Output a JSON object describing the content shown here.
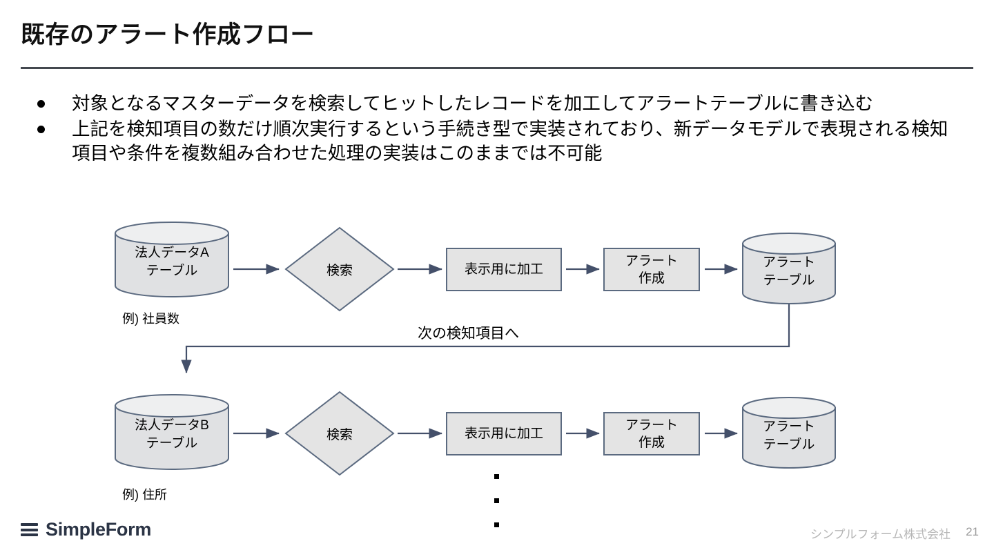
{
  "slide": {
    "title": "既存のアラート作成フロー",
    "page_number": "21",
    "accent_line_color": "#44484f"
  },
  "bullets": [
    {
      "text": "対象となるマスターデータを検索してヒットしたレコードを加工してアラートテーブルに書き込む"
    },
    {
      "text": "上記を検知項目の数だけ順次実行するという手続き型で実装されており、新データモデルで表現される検知項目や条件を複数組み合わせた処理の実装はこのままでは不可能"
    }
  ],
  "diagram": {
    "colors": {
      "shape_fill": "#e4e4e4",
      "shape_stroke": "#5b6a80",
      "arrow": "#44506a",
      "cylinder_fill": "#e0e1e3",
      "cylinder_top_fill": "#eeeff0"
    },
    "rows": [
      {
        "source_db": "法人データA\nテーブル",
        "source_db_line1": "法人データA",
        "source_db_line2": "テーブル",
        "caption": "例) 社員数",
        "decision": "検索",
        "process1": "表示用に加工",
        "process2_line1": "アラート",
        "process2_line2": "作成",
        "target_db_line1": "アラート",
        "target_db_line2": "テーブル"
      },
      {
        "source_db": "法人データB\nテーブル",
        "source_db_line1": "法人データB",
        "source_db_line2": "テーブル",
        "caption": "例) 住所",
        "decision": "検索",
        "process1": "表示用に加工",
        "process2_line1": "アラート",
        "process2_line2": "作成",
        "target_db_line1": "アラート",
        "target_db_line2": "テーブル"
      }
    ],
    "loop_label": "次の検知項目へ",
    "continuation": "⋮"
  },
  "footer": {
    "logo_text": "SimpleForm",
    "company": "シンプルフォーム株式会社"
  }
}
